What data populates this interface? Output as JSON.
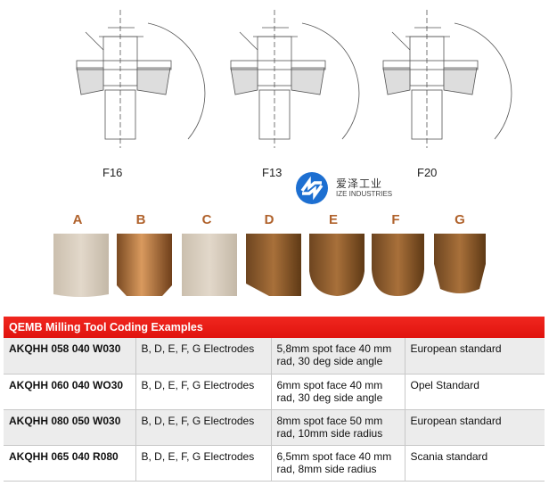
{
  "figures": [
    {
      "label": "F16"
    },
    {
      "label": "F13"
    },
    {
      "label": "F20"
    }
  ],
  "logo": {
    "cn": "爱泽工业",
    "en": "IZE INDUSTRIES"
  },
  "electrodes": [
    {
      "letter": "A"
    },
    {
      "letter": "B"
    },
    {
      "letter": "C"
    },
    {
      "letter": "D"
    },
    {
      "letter": "E"
    },
    {
      "letter": "F"
    },
    {
      "letter": "G"
    }
  ],
  "table": {
    "title": "QEMB Milling Tool Coding Examples",
    "rows": [
      {
        "code": "AKQHH 058 040 W030",
        "electrodes": "B, D, E, F, G Electrodes",
        "desc": "5,8mm spot face 40 mm rad, 30 deg side angle",
        "standard": "European standard"
      },
      {
        "code": "AKQHH 060 040 WO30",
        "electrodes": "B, D, E, F, G Electrodes",
        "desc": "6mm spot face 40 mm rad, 30 deg side angle",
        "standard": "Opel Standard"
      },
      {
        "code": "AKQHH 080 050 W030",
        "electrodes": "B, D, E, F, G Electrodes",
        "desc": "8mm spot face 50 mm rad, 10mm side radius",
        "standard": "European standard"
      },
      {
        "code": "AKQHH 065 040 R080",
        "electrodes": "B, D, E, F, G Electrodes",
        "desc": "6,5mm spot face 40 mm rad, 8mm side radius",
        "standard": "Scania standard"
      }
    ]
  }
}
